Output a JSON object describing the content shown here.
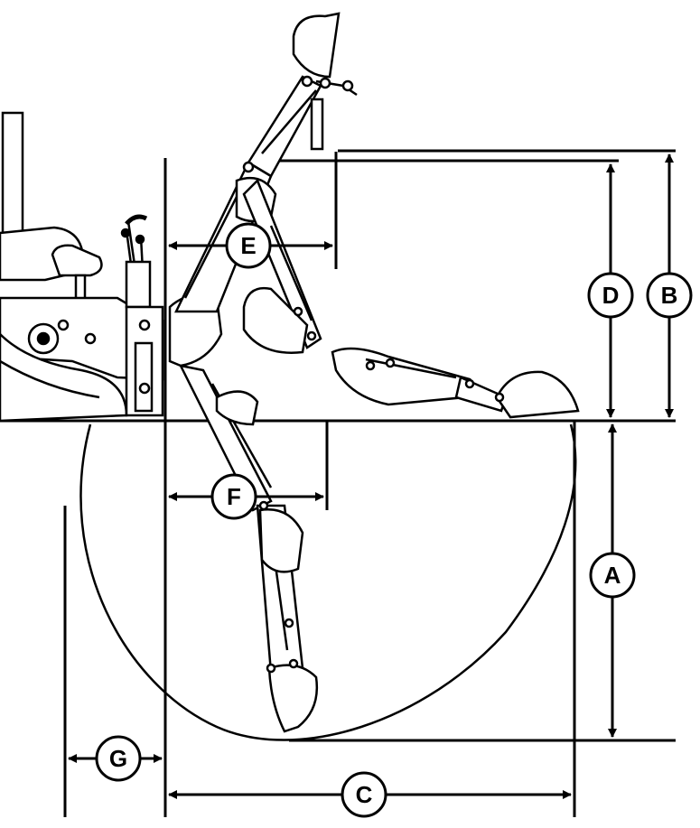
{
  "diagram": {
    "colors": {
      "ink": "#000000",
      "paper": "#ffffff"
    },
    "labels": {
      "A": "A",
      "B": "B",
      "C": "C",
      "D": "D",
      "E": "E",
      "F": "F",
      "G": "G"
    }
  }
}
